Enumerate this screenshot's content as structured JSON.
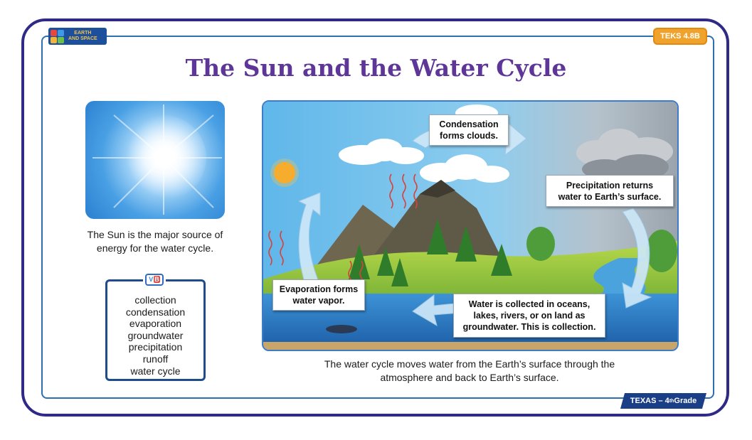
{
  "header": {
    "subject_badge": "EARTH\nAND SPACE",
    "standard_badge": "TEKS 4.8B",
    "title": "The Sun and the Water Cycle"
  },
  "sun_panel": {
    "caption": "The Sun is the major source of energy for the water cycle."
  },
  "vocabulary": {
    "icon_letters": [
      "V",
      "B"
    ],
    "words": [
      "collection",
      "condensation",
      "evaporation",
      "groundwater",
      "precipitation",
      "runoff",
      "water cycle"
    ]
  },
  "diagram": {
    "callouts": {
      "condensation": "Condensation\nforms clouds.",
      "precipitation": "Precipitation returns\nwater to Earth’s surface.",
      "evaporation": "Evaporation forms\nwater vapor.",
      "collection": "Water is collected in oceans,\nlakes, rivers, or on land as\ngroundwater. This is collection."
    },
    "caption": "The water cycle moves water from the Earth’s surface through the atmosphere and back to Earth’s surface."
  },
  "footer": {
    "grade_prefix": "TEXAS – 4",
    "grade_sup": "th",
    "grade_suffix": " Grade"
  },
  "colors": {
    "frame": "#2e2a85",
    "title": "#5e3697",
    "teks_badge": "#f0a32c",
    "grade_tag": "#1a3f86"
  }
}
